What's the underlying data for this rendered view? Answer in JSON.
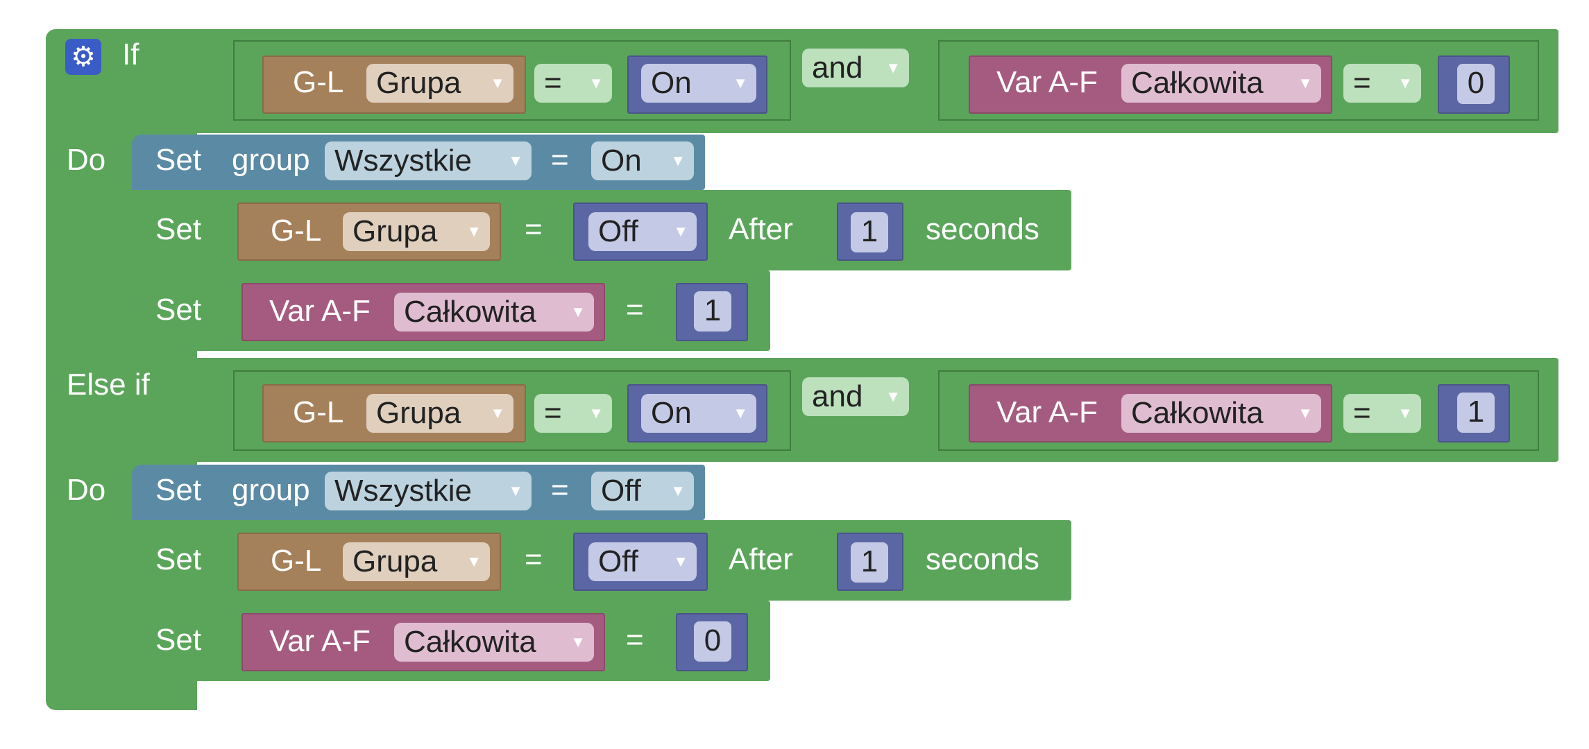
{
  "blocks": {
    "if_label": "If",
    "do_label": "Do",
    "elseif_label": "Else if",
    "and_label": "and",
    "set_label": "Set",
    "group_label": "group",
    "after_label": "After",
    "seconds_label": "seconds",
    "eq": "=",
    "gl": "G-L",
    "grupa": "Grupa",
    "varaf": "Var A-F",
    "calkowita": "Całkowita",
    "wszystkie": "Wszystkie",
    "on": "On",
    "off": "Off",
    "val0": "0",
    "val1": "1"
  },
  "icons": {
    "gear": "gear-icon",
    "dropdown": "dropdown-arrow-icon"
  },
  "colors": {
    "logic": "#5ba55b",
    "device": "#a5815b",
    "variable": "#a55b80",
    "value": "#5b67a5",
    "group": "#5b8aa5"
  }
}
